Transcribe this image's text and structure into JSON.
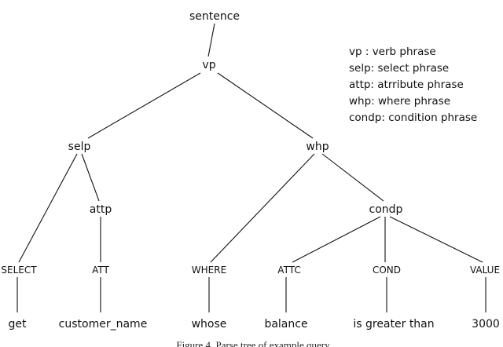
{
  "tree": {
    "root": "sentence",
    "vp": "vp",
    "selp": "selp",
    "whp": "whp",
    "attp": "attp",
    "condp": "condp",
    "tags": {
      "select": "SELECT",
      "att": "ATT",
      "where": "WHERE",
      "attc": "ATTC",
      "cond": "COND",
      "value": "VALUE"
    },
    "leaves": {
      "get": "get",
      "customer_name": "customer_name",
      "whose": "whose",
      "balance": "balance",
      "is_greater_than": "is greater than",
      "value_3000": "3000"
    }
  },
  "legend": [
    "vp : verb phrase",
    "selp: select phrase",
    "attp: atrribute phrase",
    "whp: where phrase",
    "condp: condition phrase"
  ],
  "caption": "Figure 4. Parse tree of example query"
}
